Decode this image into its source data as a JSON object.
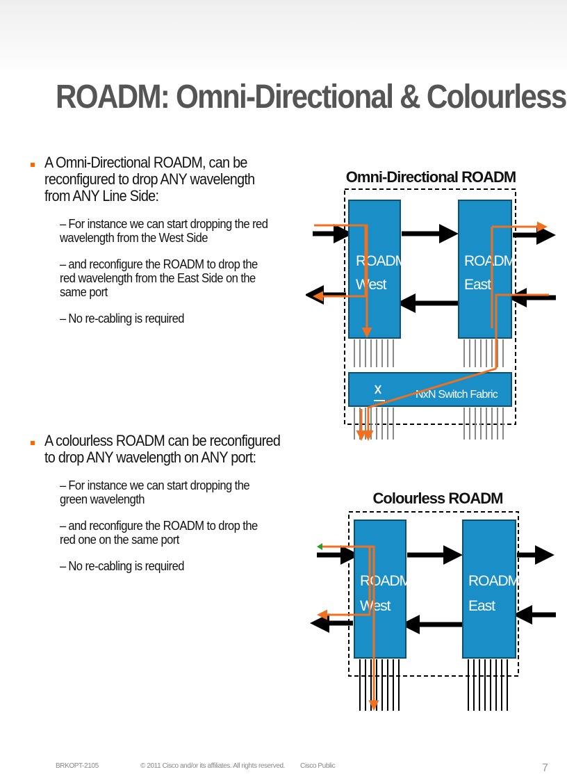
{
  "slide": {
    "title": "ROADM: Omni-Directional & Colourless",
    "bullet1": {
      "text": "A Omni-Directional ROADM, can be reconfigured to drop ANY wavelength from ANY Line Side:",
      "subs": [
        "For instance we can start dropping the red wavelength from the West Side",
        "and reconfigure the ROADM to drop the red wavelength from the East Side on the same port",
        "No re-cabling is required"
      ]
    },
    "bullet2": {
      "text": "A colourless ROADM can be reconfigured to drop ANY wavelength on ANY port:",
      "subs": [
        "For instance we can start dropping the green wavelength",
        "and reconfigure the ROADM to drop the red one on the same port",
        "No re-cabling is required"
      ]
    },
    "dash": "–"
  },
  "diagram1": {
    "title": "Omni-Directional ROADM",
    "west_line1": "ROADM",
    "west_line2": "West",
    "east_line1": "ROADM",
    "east_line2": "East",
    "fabric_label": "NxN Switch Fabric"
  },
  "diagram2": {
    "title": "Colourless ROADM",
    "west_line1": "ROADM",
    "west_line2": "West",
    "east_line1": "ROADM",
    "east_line2": "East"
  },
  "footer": {
    "code": "BRKOPT-2105",
    "copyright": "© 2011 Cisco and/or its affiliates. All rights reserved.",
    "classification": "Cisco Public",
    "page": "7"
  },
  "colors": {
    "title": "#555555",
    "bullet": "#ff6600",
    "box": "#1a8fc7",
    "signal": "#f07020",
    "arrow": "#000000"
  }
}
